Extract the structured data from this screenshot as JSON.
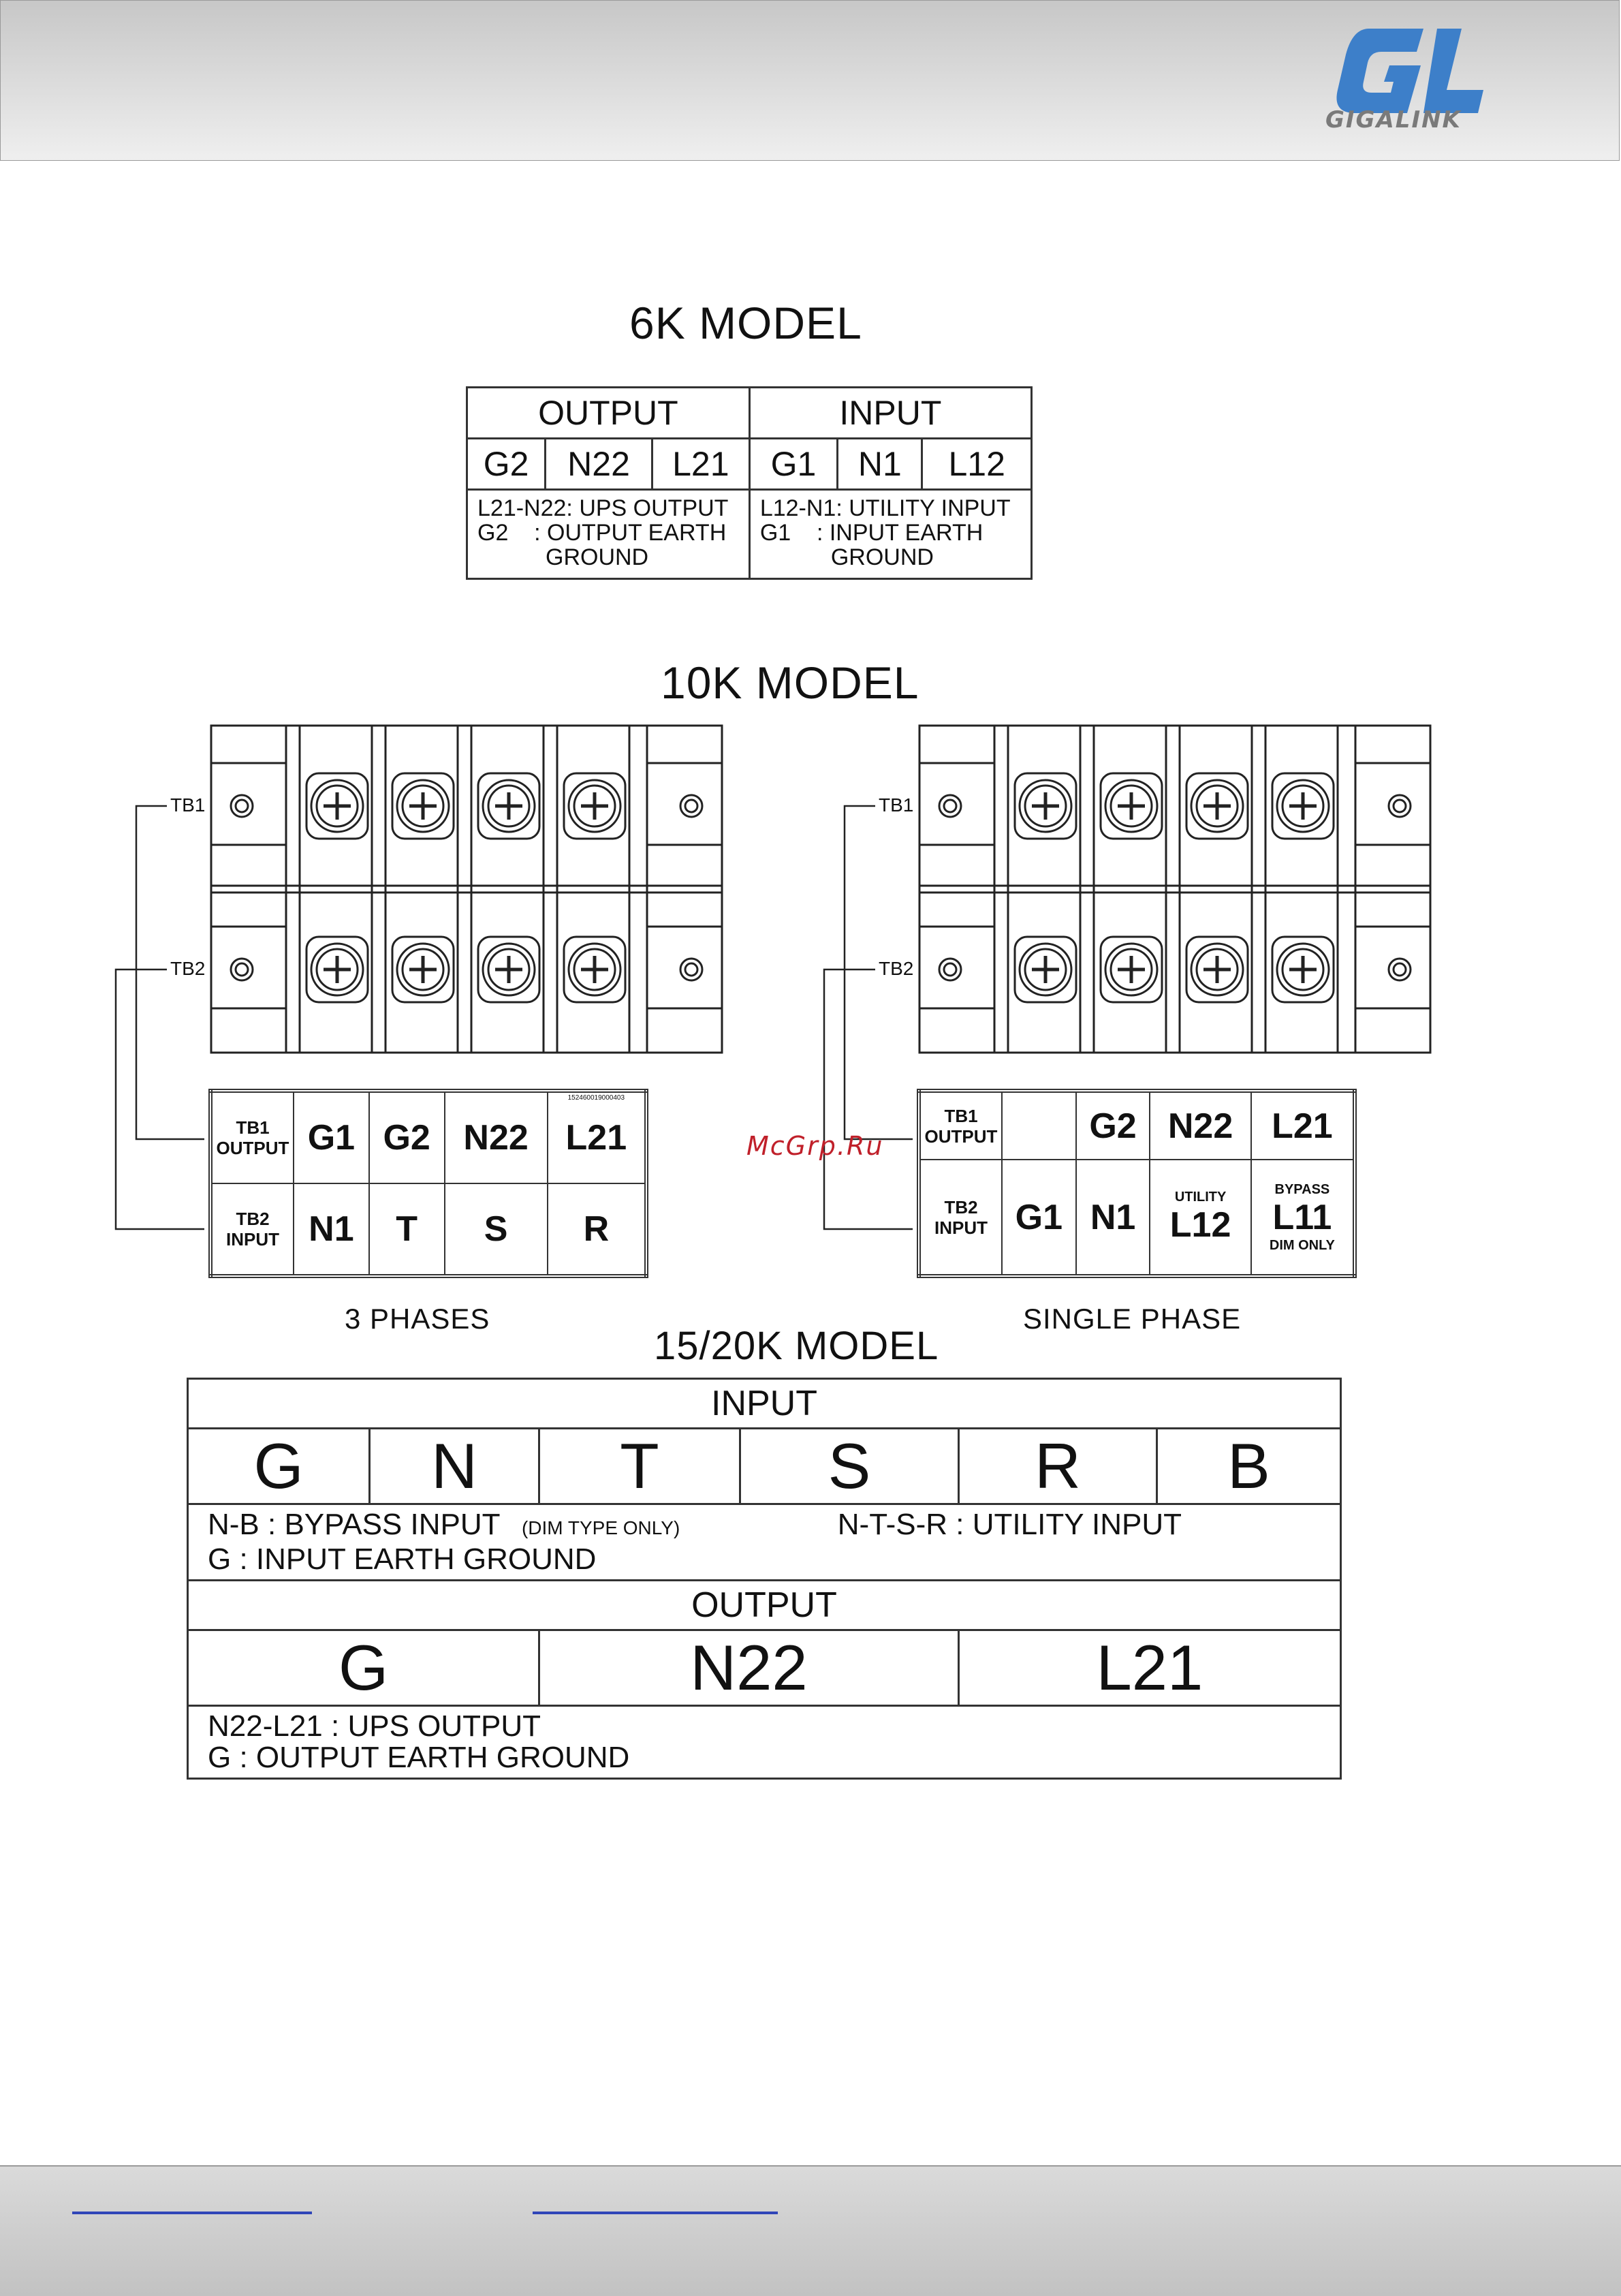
{
  "header": {
    "logo_text": "GIGALINK",
    "logo_mark": "GL"
  },
  "model_6k": {
    "title": "6K MODEL",
    "output_header": "OUTPUT",
    "input_header": "INPUT",
    "output_cols": [
      "G2",
      "N22",
      "L21"
    ],
    "input_cols": [
      "G1",
      "N1",
      "L12"
    ],
    "output_note": [
      "L21-N22: UPS OUTPUT",
      "G2    : OUTPUT EARTH",
      "GROUND"
    ],
    "input_note": [
      "L12-N1: UTILITY INPUT",
      "G1    : INPUT EARTH",
      "GROUND"
    ]
  },
  "model_10k": {
    "title": "10K MODEL",
    "tb1_label": "TB1",
    "tb2_label": "TB2",
    "three_phase": {
      "caption": "3 PHASES",
      "row1_label": [
        "TB1",
        "OUTPUT"
      ],
      "row1": [
        "G1",
        "G2",
        "N22",
        "L21"
      ],
      "row1_tiny": "152460019000403",
      "row2_label": [
        "TB2",
        "INPUT"
      ],
      "row2": [
        "N1",
        "T",
        "S",
        "R"
      ]
    },
    "single_phase": {
      "caption": "SINGLE PHASE",
      "row1_label": [
        "TB1",
        "OUTPUT"
      ],
      "row1": [
        "",
        "G2",
        "N22",
        "L21"
      ],
      "row2_label": [
        "TB2",
        "INPUT"
      ],
      "row2": [
        "G1",
        "N1",
        "L12",
        "L11"
      ],
      "l12_sup": "UTILITY",
      "l11_sup": "BYPASS",
      "l11_sub": "DIM ONLY"
    }
  },
  "watermark": "McGrp.Ru",
  "model_15k": {
    "title": "15/20K MODEL",
    "input_header": "INPUT",
    "input_cols": [
      "G",
      "N",
      "T",
      "S",
      "R",
      "B"
    ],
    "input_note_1": "N-B : BYPASS INPUT",
    "input_note_1_small": "(DIM TYPE ONLY)",
    "input_note_2": "N-T-S-R : UTILITY  INPUT",
    "input_note_3": "G : INPUT EARTH GROUND",
    "output_header": "OUTPUT",
    "output_cols": [
      "G",
      "N22",
      "L21"
    ],
    "output_note_1": "N22-L21 : UPS  OUTPUT",
    "output_note_2": "G : OUTPUT EARTH GROUND"
  },
  "colors": {
    "logo_blue": "#3d7fc9",
    "logo_grey": "#7a7a7a",
    "watermark": "#c0202a",
    "footer_link": "#2f45b8"
  }
}
